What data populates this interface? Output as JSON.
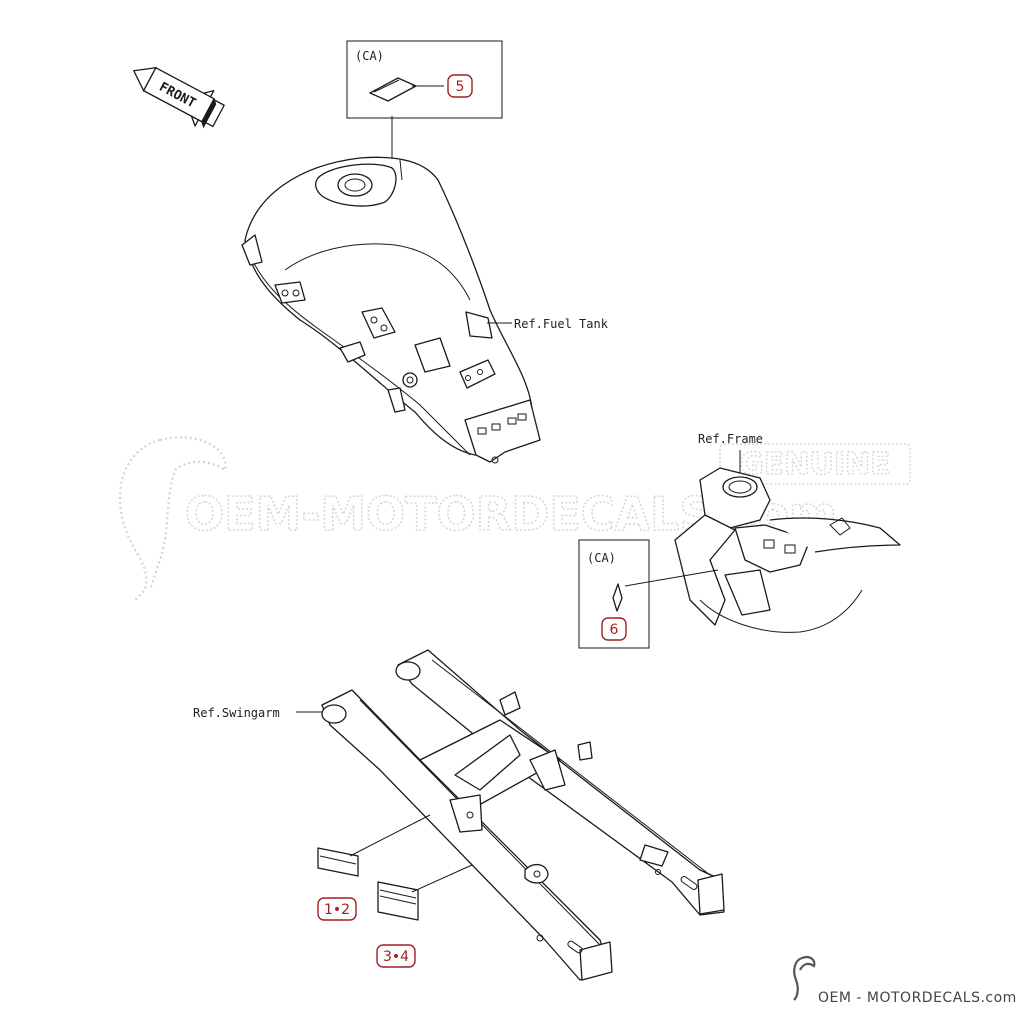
{
  "orientation": {
    "front_label": "FRONT"
  },
  "references": {
    "fuel_tank": "Ref.Fuel Tank",
    "frame": "Ref.Frame",
    "swingarm": "Ref.Swingarm"
  },
  "insets": {
    "fuel_tank_inset_tag": "(CA)",
    "frame_inset_tag": "(CA)"
  },
  "callouts": {
    "part_5": "5",
    "part_6": "6",
    "part_1_2": "1•2",
    "part_3_4": "3•4"
  },
  "watermark": {
    "text": "OEM-MOTORDECALS.com",
    "badge": "GENUINE",
    "brand_text": "OEM - MOTORDECALS.com"
  },
  "colors": {
    "callout_red": "#a41e22",
    "line_black": "#1a1a1a",
    "watermark_gray": "#d4d4d4"
  }
}
